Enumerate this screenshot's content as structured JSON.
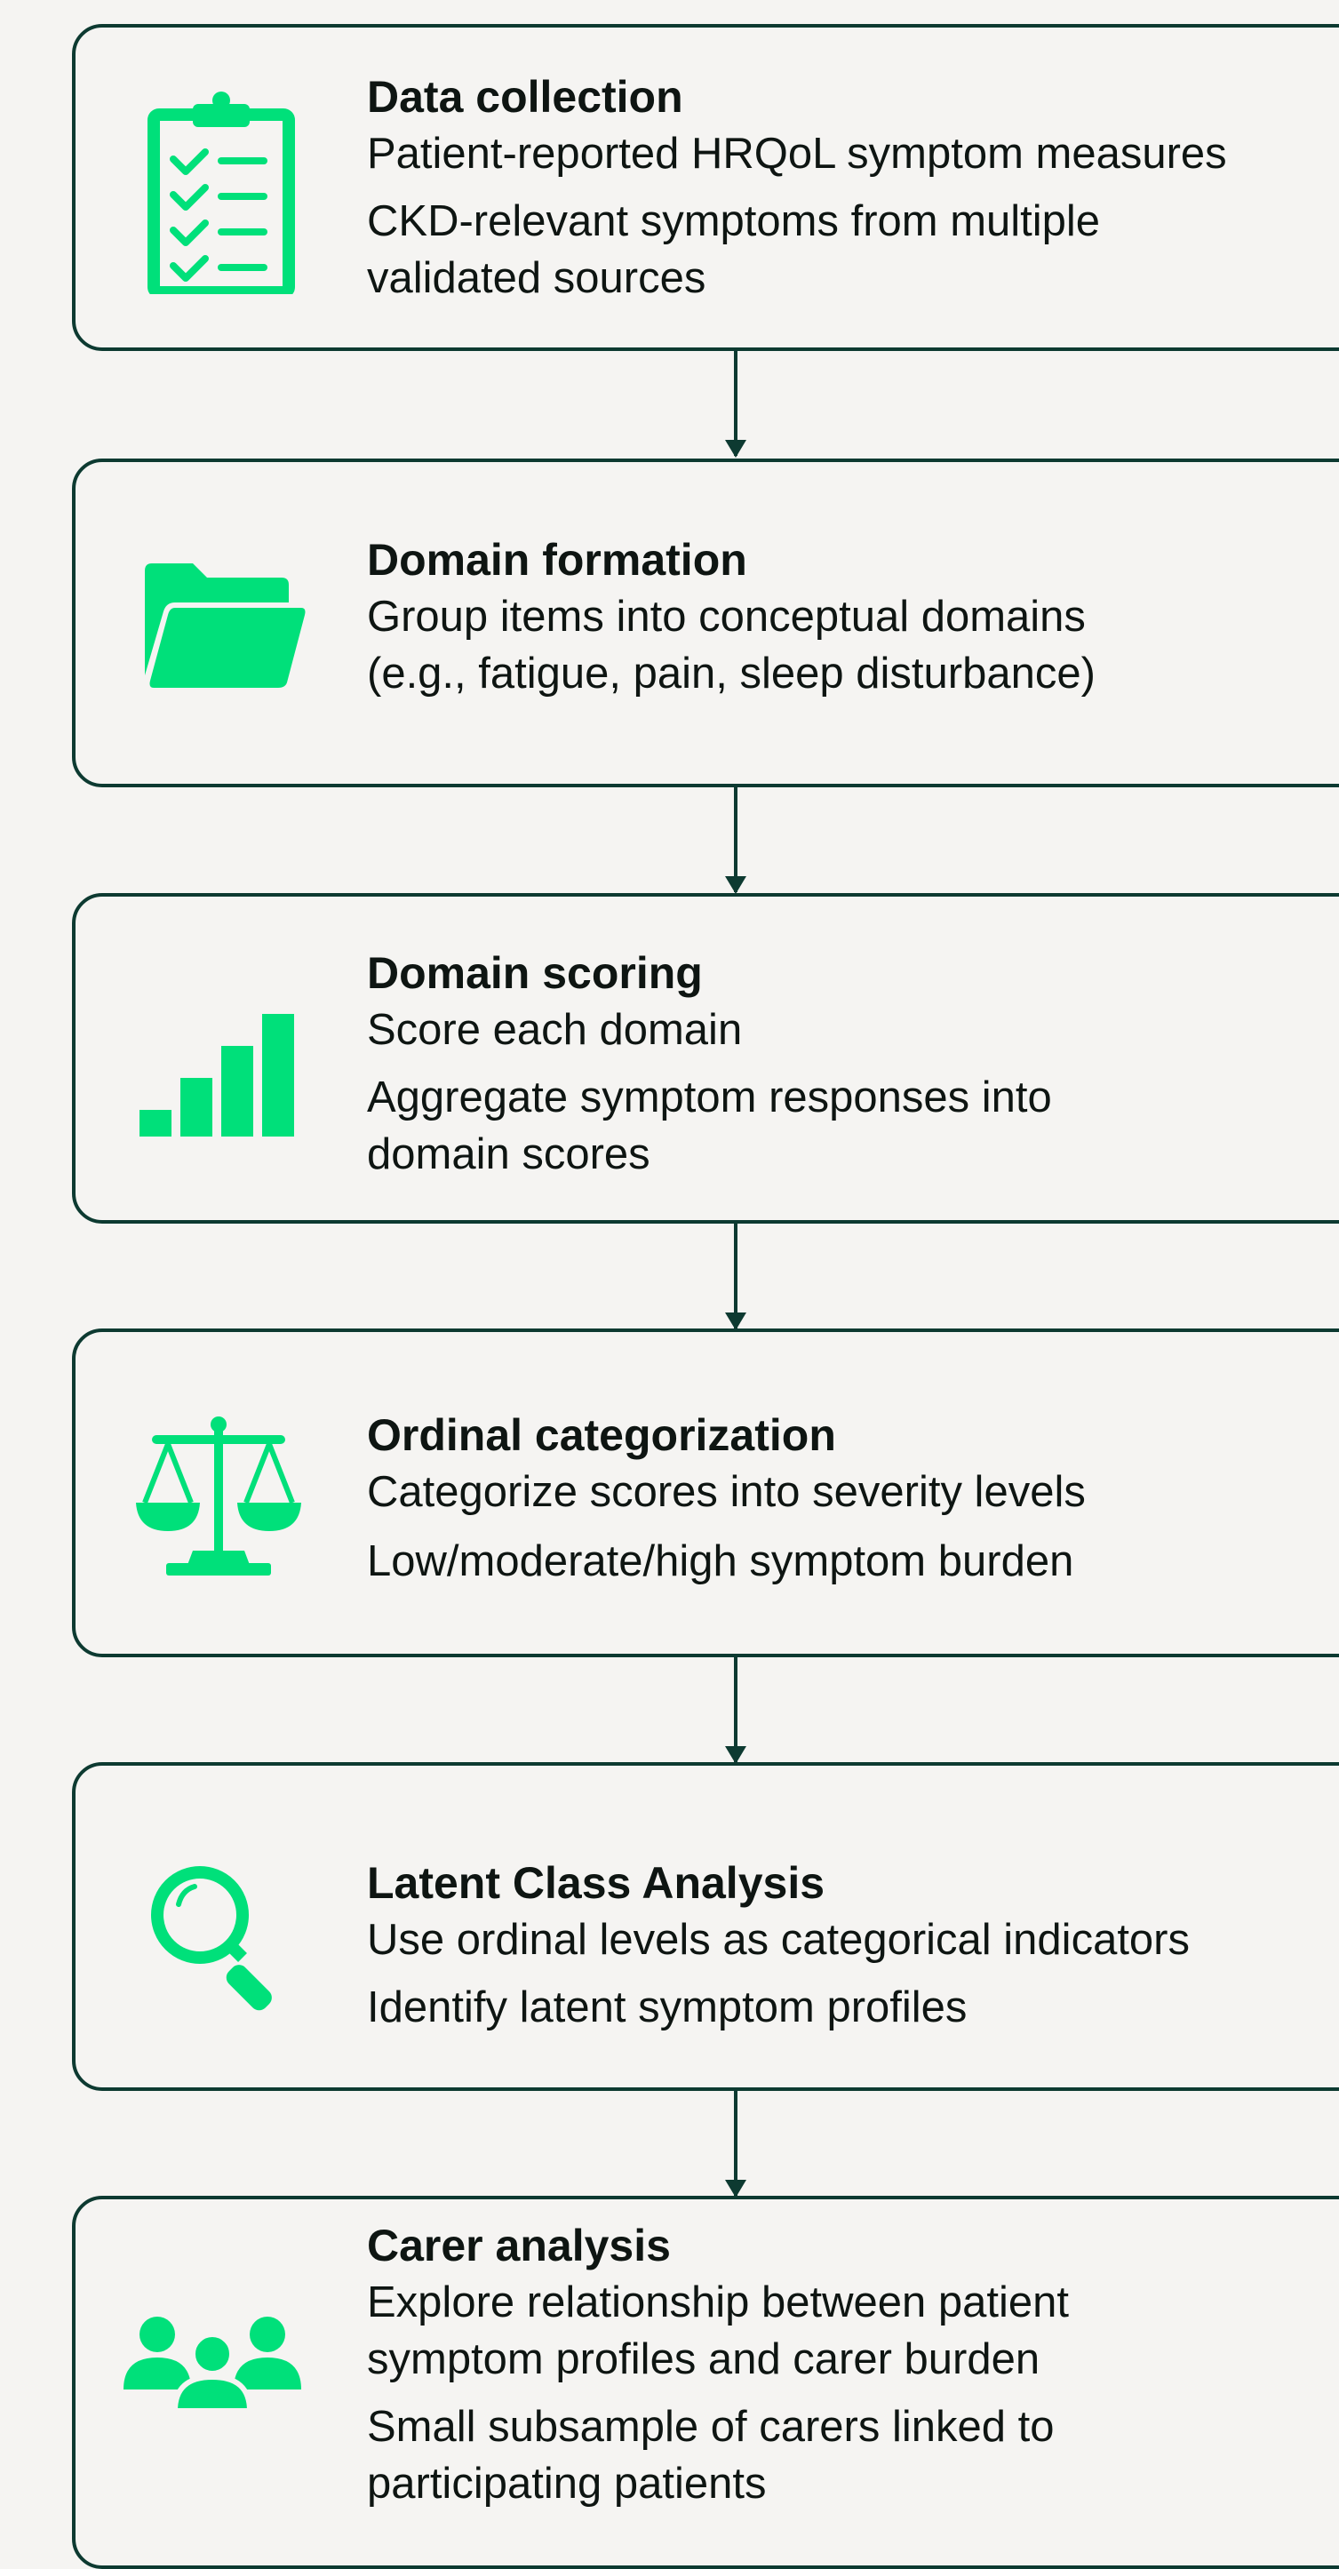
{
  "accent_color": "#00e07a",
  "border_color": "#0d3a31",
  "steps": [
    {
      "icon": "clipboard-checklist-icon",
      "title": "Data collection",
      "lines": [
        "Patient-reported HRQoL symptom measures",
        "CKD-relevant symptoms from multiple",
        "validated sources"
      ]
    },
    {
      "icon": "folder-icon",
      "title": "Domain formation",
      "lines": [
        "Group items into conceptual domains",
        "(e.g., fatigue, pain, sleep disturbance)"
      ]
    },
    {
      "icon": "bar-chart-icon",
      "title": "Domain scoring",
      "lines": [
        "Score each domain",
        "Aggregate symptom responses into",
        "domain scores"
      ]
    },
    {
      "icon": "balance-scale-icon",
      "title": "Ordinal categorization",
      "lines": [
        "Categorize scores into severity levels",
        "Low/moderate/high symptom burden"
      ]
    },
    {
      "icon": "magnifying-glass-icon",
      "title": "Latent Class Analysis",
      "lines": [
        "Use ordinal levels as categorical indicators",
        "Identify latent symptom profiles"
      ]
    },
    {
      "icon": "people-group-icon",
      "title": "Carer analysis",
      "lines": [
        "Explore relationship between patient",
        "symptom profiles and carer burden",
        "Small subsample of carers linked to",
        "participating patients"
      ]
    }
  ]
}
